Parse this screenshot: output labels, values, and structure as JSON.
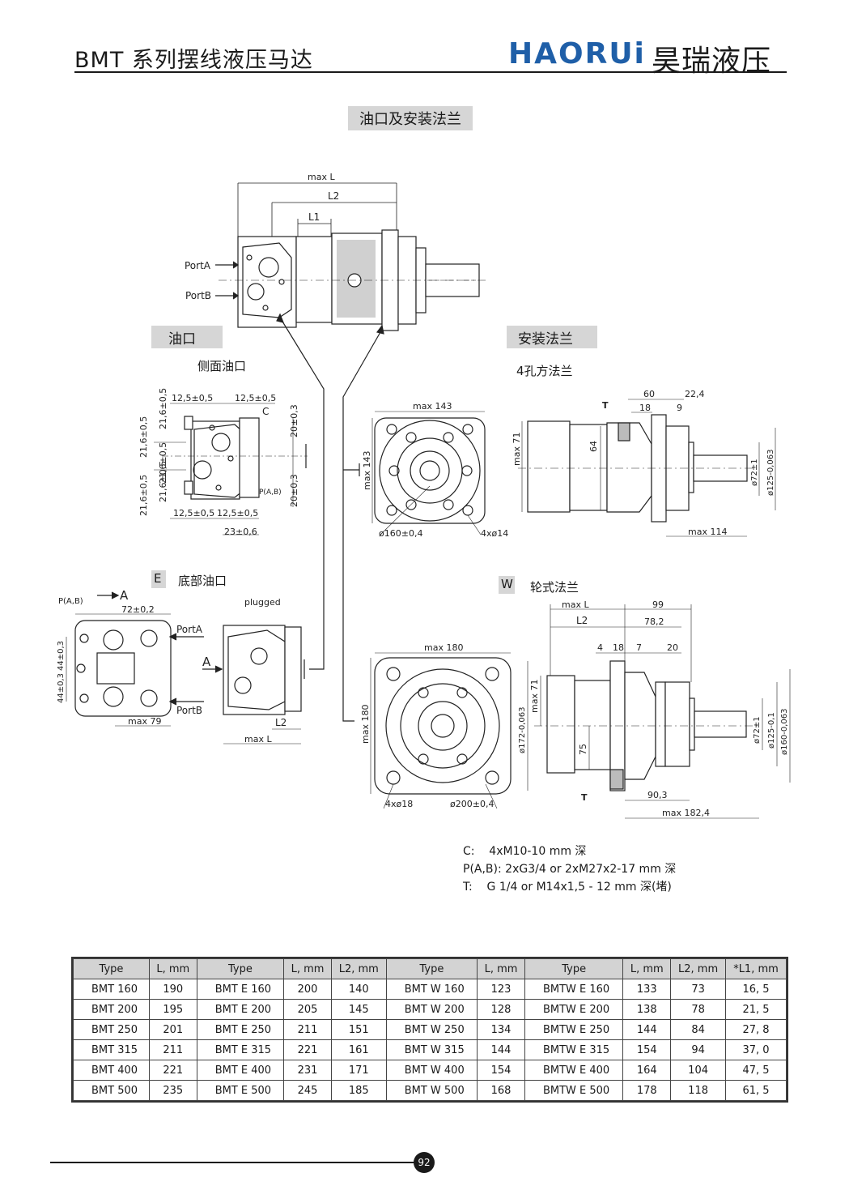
{
  "header": {
    "title": "BMT 系列摆线液压马达",
    "brand_latin": "HAORUi",
    "brand_cn": "昊瑞液压",
    "brand_color": "#1f5fa8"
  },
  "section_title": "油口及安装法兰",
  "drawing": {
    "ports_box": "油口",
    "side_ports": "侧面油口",
    "flange_box": "安装法兰",
    "flange_4hole": "4孔方法兰",
    "bottom_tag": "E",
    "bottom_ports": "底部油口",
    "wheel_tag": "W",
    "wheel_flange": "轮式法兰",
    "top": {
      "maxL": "max L",
      "L2": "L2",
      "L1": "L1",
      "portA": "PortA",
      "portB": "PortB"
    },
    "side": {
      "d1": "12,5±0,5",
      "d2": "12,5±0,5",
      "d3": "21,6±0,5",
      "d4": "21,6±0,5",
      "d5": "21,6±0,5",
      "d6": "21,6±0,5",
      "d7": "21,6±0,5",
      "d8": "20±0,3",
      "d9": "20±0,3",
      "d10": "12,5±0,5",
      "d11": "12,5±0,5",
      "d12": "23±0,6",
      "c": "C",
      "p": "P(A,B)"
    },
    "square_flange": {
      "max143h": "max 143",
      "max143v": "max 143",
      "dia160": "ø160±0,4",
      "holes": "4xø14"
    },
    "side_flange": {
      "t": "T",
      "d60": "60",
      "d224": "22,4",
      "d18": "18",
      "d9": "9",
      "max71": "max 71",
      "d64": "64",
      "dia72": "ø72±1",
      "dia125": "ø125-0,063",
      "max114": "max 114"
    },
    "bottom": {
      "p": "P(A,B)",
      "a": "A",
      "a2": "A",
      "d72": "72±0,2",
      "d44a": "44±0,3",
      "d44b": "44±0,3",
      "plugged": "plugged",
      "portA": "PortA",
      "portB": "PortB",
      "max79": "max 79",
      "L2": "L2",
      "maxL": "max L"
    },
    "wheel_front": {
      "max180h": "max 180",
      "max180v": "max 180",
      "holes": "4xø18",
      "dia200": "ø200±0,4"
    },
    "wheel_side": {
      "maxL": "max L",
      "L2": "L2",
      "d99": "99",
      "d782": "78,2",
      "d4": "4",
      "d18": "18",
      "d7": "7",
      "d20": "20",
      "max71": "max 71",
      "dia172": "ø172-0,063",
      "d75": "75",
      "dia72": "ø72±1",
      "dia125": "ø125-0,1",
      "dia160": "ø160-0,063",
      "t": "T",
      "d903": "90,3",
      "max1824": "max 182,4"
    }
  },
  "notes": [
    "C:    4xM10-10 mm 深",
    "P(A,B): 2xG3/4 or 2xM27x2-17 mm 深",
    "T:    G 1/4 or M14x1,5 - 12 mm 深(堵)"
  ],
  "table": {
    "headers": [
      "Type",
      "L, mm",
      "Type",
      "L, mm",
      "L2, mm",
      "Type",
      "L, mm",
      "Type",
      "L, mm",
      "L2, mm",
      "*L1, mm"
    ],
    "rows": [
      [
        "BMT 160",
        "190",
        "BMT  E 160",
        "200",
        "140",
        "BMT  W 160",
        "123",
        "BMTW  E 160",
        "133",
        "73",
        "16, 5"
      ],
      [
        "BMT 200",
        "195",
        "BMT  E 200",
        "205",
        "145",
        "BMT  W 200",
        "128",
        "BMTW  E 200",
        "138",
        "78",
        "21, 5"
      ],
      [
        "BMT 250",
        "201",
        "BMT  E 250",
        "211",
        "151",
        "BMT  W 250",
        "134",
        "BMTW  E 250",
        "144",
        "84",
        "27, 8"
      ],
      [
        "BMT 315",
        "211",
        "BMT  E 315",
        "221",
        "161",
        "BMT  W 315",
        "144",
        "BMTW  E 315",
        "154",
        "94",
        "37, 0"
      ],
      [
        "BMT 400",
        "221",
        "BMT  E 400",
        "231",
        "171",
        "BMT  W 400",
        "154",
        "BMTW  E 400",
        "164",
        "104",
        "47, 5"
      ],
      [
        "BMT 500",
        "235",
        "BMT  E 500",
        "245",
        "185",
        "BMT  W 500",
        "168",
        "BMTW  E 500",
        "178",
        "118",
        "61, 5"
      ]
    ]
  },
  "footer": {
    "page": "92"
  }
}
